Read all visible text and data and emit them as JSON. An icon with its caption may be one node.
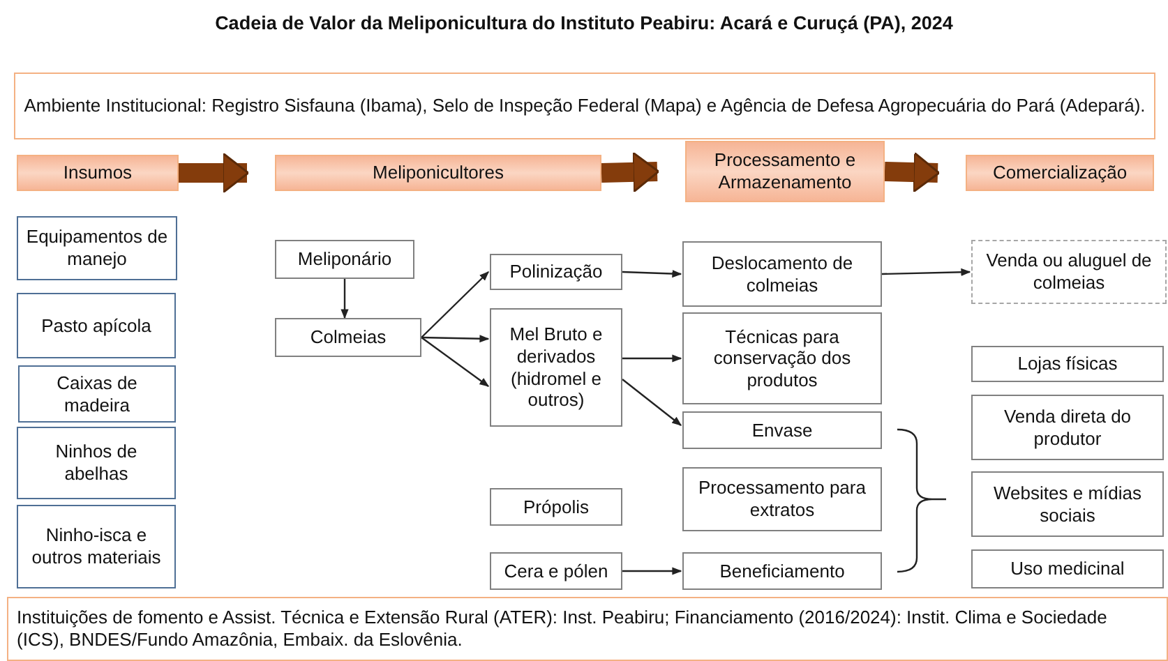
{
  "diagram": {
    "title": "Cadeia de Valor da Meliponicultura do Instituto Peabiru: Acará e Curuçá (PA), 2024",
    "nodes": [
      {
        "text": [
          "Ambiente Institucional: Registro Sisfauna (Ibama), Selo de Inspeção Federal (Mapa) e Agência de Defesa Agropecuária do Pará (Adepará)."
        ]
      },
      {
        "text": [
          "Insumos"
        ]
      },
      {
        "text": [
          "Meliponicultores"
        ]
      },
      {
        "text": [
          "Processamento e Armazenamento"
        ]
      },
      {
        "text": [
          "Comercialização"
        ]
      },
      {
        "text": [
          "Equipamentos de manejo"
        ]
      },
      {
        "text": [
          "Pasto apícola"
        ]
      },
      {
        "text": [
          "Caixas de madeira"
        ]
      },
      {
        "text": [
          "Ninhos de abelhas"
        ]
      },
      {
        "text": [
          "Ninho-isca e outros materiais"
        ]
      },
      {
        "text": [
          "Meliponário"
        ]
      },
      {
        "text": [
          "Colmeias"
        ]
      },
      {
        "text": [
          "Polinização"
        ]
      },
      {
        "text": [
          "Mel Bruto e derivados (hidromel e outros)"
        ]
      },
      {
        "text": [
          "Própolis"
        ]
      },
      {
        "text": [
          "Cera e pólen"
        ]
      },
      {
        "text": [
          "Deslocamento de colmeias"
        ]
      },
      {
        "text": [
          "Técnicas para conservação dos produtos"
        ]
      },
      {
        "text": [
          "Envase"
        ]
      },
      {
        "text": [
          "Processamento para extratos"
        ]
      },
      {
        "text": [
          "Beneficiamento"
        ]
      },
      {
        "text": [
          "Venda ou aluguel de colmeias"
        ]
      },
      {
        "text": [
          "Lojas físicas"
        ]
      },
      {
        "text": [
          "Venda direta do produtor"
        ]
      },
      {
        "text": [
          "Websites e mídias sociais"
        ]
      },
      {
        "text": [
          "Uso medicinal"
        ]
      },
      {
        "text": [
          "Instituições de fomento e Assist. Técnica e Extensão Rural (ATER): Inst. Peabiru; Financiamento (2016/2024): Instit. Clima e Sociedade (ICS), BNDES/Fundo Amazônia, Embaix. da Eslovênia."
        ]
      }
    ],
    "edges": [
      {
        "from": 1,
        "to": 2,
        "arrow": "to",
        "style": "thick",
        "color": "#843c0c"
      },
      {
        "from": 2,
        "to": 3,
        "arrow": "to",
        "style": "thick",
        "color": "#843c0c"
      },
      {
        "from": 3,
        "to": 4,
        "arrow": "to",
        "style": "thick",
        "color": "#843c0c"
      },
      {
        "from": 10,
        "to": 11,
        "arrow": "to"
      },
      {
        "from": 11,
        "to": 12,
        "arrow": "to"
      },
      {
        "from": 11,
        "to": 13,
        "arrow": "to"
      },
      {
        "from": 11,
        "to": 13,
        "arrow": "to"
      },
      {
        "from": 12,
        "to": 16,
        "arrow": "to"
      },
      {
        "from": 16,
        "to": 21,
        "arrow": "to"
      },
      {
        "from": 13,
        "to": 17,
        "arrow": "to"
      },
      {
        "from": 13,
        "to": 18,
        "arrow": "to"
      },
      {
        "from": 15,
        "to": 20,
        "arrow": "to"
      }
    ]
  }
}
